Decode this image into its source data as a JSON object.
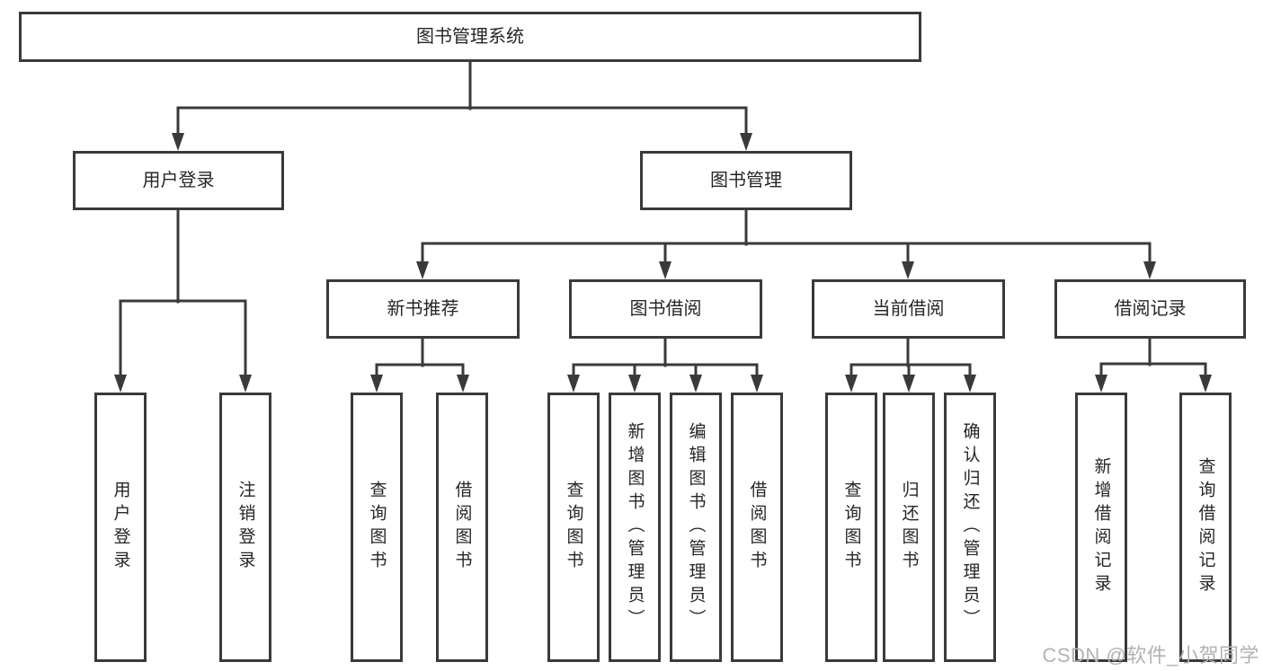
{
  "tree": {
    "label": "图书管理系统",
    "children": [
      {
        "label": "用户登录",
        "children": [
          {
            "label": "用户登录"
          },
          {
            "label": "注销登录"
          }
        ]
      },
      {
        "label": "图书管理",
        "children": [
          {
            "label": "新书推荐",
            "children": [
              {
                "label": "查询图书"
              },
              {
                "label": "借阅图书"
              }
            ]
          },
          {
            "label": "图书借阅",
            "children": [
              {
                "label": "查询图书"
              },
              {
                "label": "新增图书（管理员）"
              },
              {
                "label": "编辑图书（管理员）"
              },
              {
                "label": "借阅图书"
              }
            ]
          },
          {
            "label": "当前借阅",
            "children": [
              {
                "label": "查询图书"
              },
              {
                "label": "归还图书"
              },
              {
                "label": "确认归还（管理员）"
              }
            ]
          },
          {
            "label": "借阅记录",
            "children": [
              {
                "label": "新增借阅记录"
              },
              {
                "label": "查询借阅记录"
              }
            ]
          }
        ]
      }
    ]
  },
  "watermark": {
    "text": "CSDN @软件_小贺同学"
  },
  "colors": {
    "line": "#3a3a3a",
    "box_border": "#3a3a3a",
    "box_fill": "#ffffff",
    "text": "#262626",
    "watermark": "#b2b2b2",
    "background": "#ffffff"
  }
}
